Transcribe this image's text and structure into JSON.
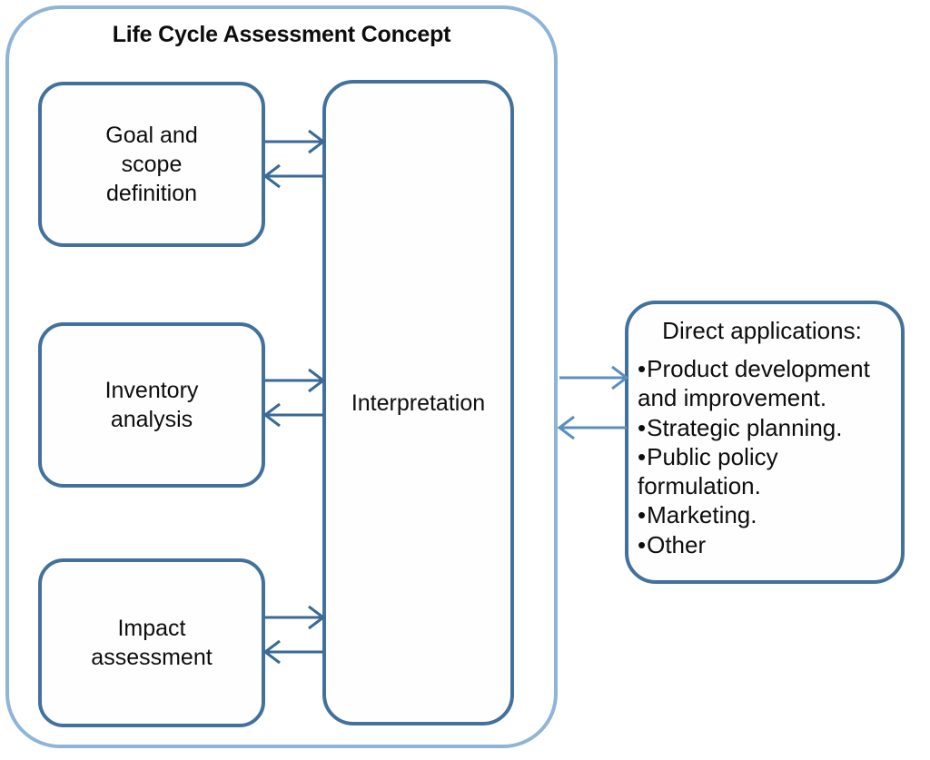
{
  "diagram": {
    "title": "Life Cycle Assessment Concept",
    "type": "flow-diagram",
    "colors": {
      "outer_border": "#8FB4D9",
      "box_border": "#41719C",
      "arrow": "#3A6A96",
      "arrow_light": "#5B8FBF",
      "text": "#0d0d0d",
      "background": "#ffffff"
    },
    "phases": [
      {
        "id": "goal-scope",
        "label": "Goal and\nscope\ndefinition"
      },
      {
        "id": "inventory",
        "label": "Inventory\nanalysis"
      },
      {
        "id": "impact",
        "label": "Impact\nassessment"
      }
    ],
    "interpretation": {
      "id": "interpretation",
      "label": "Interpretation"
    },
    "applications": {
      "heading": "Direct applications:",
      "items": [
        "Product development and improvement.",
        "Strategic planning.",
        "Public policy formulation.",
        "Marketing.",
        "Other"
      ]
    },
    "connections": [
      {
        "from": "goal-scope",
        "to": "interpretation",
        "direction": "forward"
      },
      {
        "from": "interpretation",
        "to": "goal-scope",
        "direction": "backward"
      },
      {
        "from": "inventory",
        "to": "interpretation",
        "direction": "forward"
      },
      {
        "from": "interpretation",
        "to": "inventory",
        "direction": "backward"
      },
      {
        "from": "impact",
        "to": "interpretation",
        "direction": "forward"
      },
      {
        "from": "interpretation",
        "to": "impact",
        "direction": "backward"
      },
      {
        "from": "interpretation",
        "to": "applications",
        "direction": "forward"
      },
      {
        "from": "applications",
        "to": "interpretation",
        "direction": "backward"
      }
    ]
  }
}
